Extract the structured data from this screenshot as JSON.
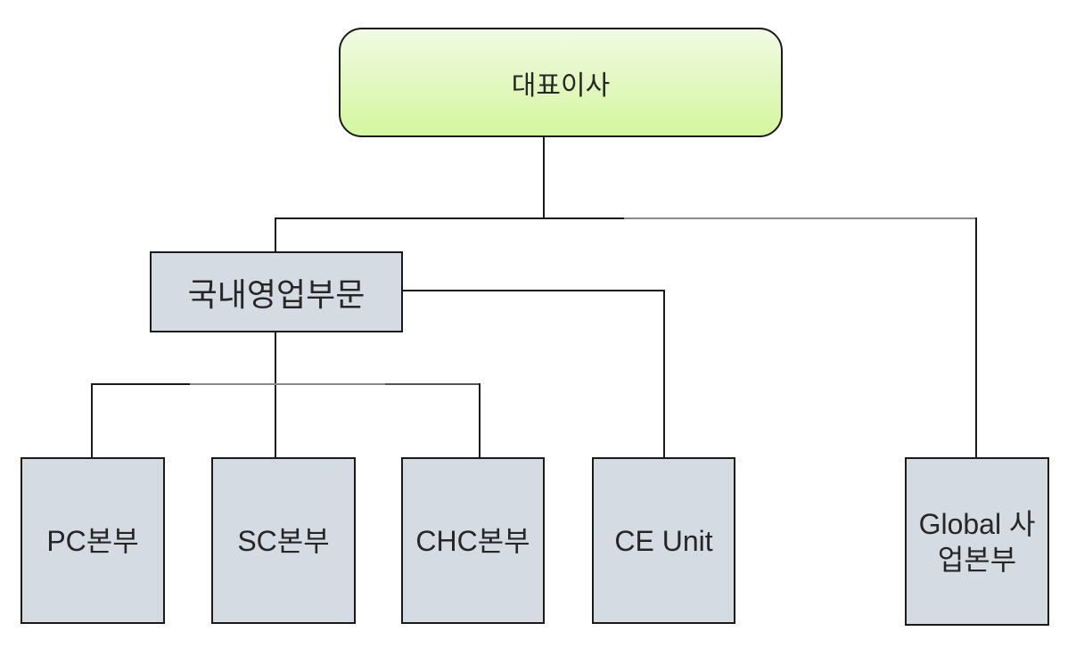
{
  "diagram": {
    "type": "org-chart",
    "title": "",
    "nodes": {
      "ceo": {
        "label": "대표이사",
        "level": 1,
        "parent": null
      },
      "domestic_sales": {
        "label": "국내영업부문",
        "level": 2,
        "parent": "ceo"
      },
      "pc": {
        "label": "PC본부",
        "level": 3,
        "parent": "domestic_sales"
      },
      "sc": {
        "label": "SC본부",
        "level": 3,
        "parent": "domestic_sales"
      },
      "chc": {
        "label": "CHC본부",
        "level": 3,
        "parent": "domestic_sales"
      },
      "ce_unit": {
        "label": "CE Unit",
        "level": 3,
        "parent": "domestic_sales"
      },
      "global": {
        "label": "Global 사업본부",
        "level": 2,
        "parent": "ceo"
      }
    },
    "hierarchy": {
      "대표이사": {
        "국내영업부문": [
          "PC본부",
          "SC본부",
          "CHC본부",
          "CE Unit"
        ],
        "Global 사업본부": []
      }
    },
    "colors": {
      "background": "#ffffff",
      "root_fill_top": "#f1fbe4",
      "root_fill_bottom": "#d4f79e",
      "node_fill": "#d5dbe3",
      "border": "#1a1a1a",
      "connector_dark": "#1a1a1a",
      "connector_gray": "#8a8a8a",
      "text": "#262626"
    }
  }
}
